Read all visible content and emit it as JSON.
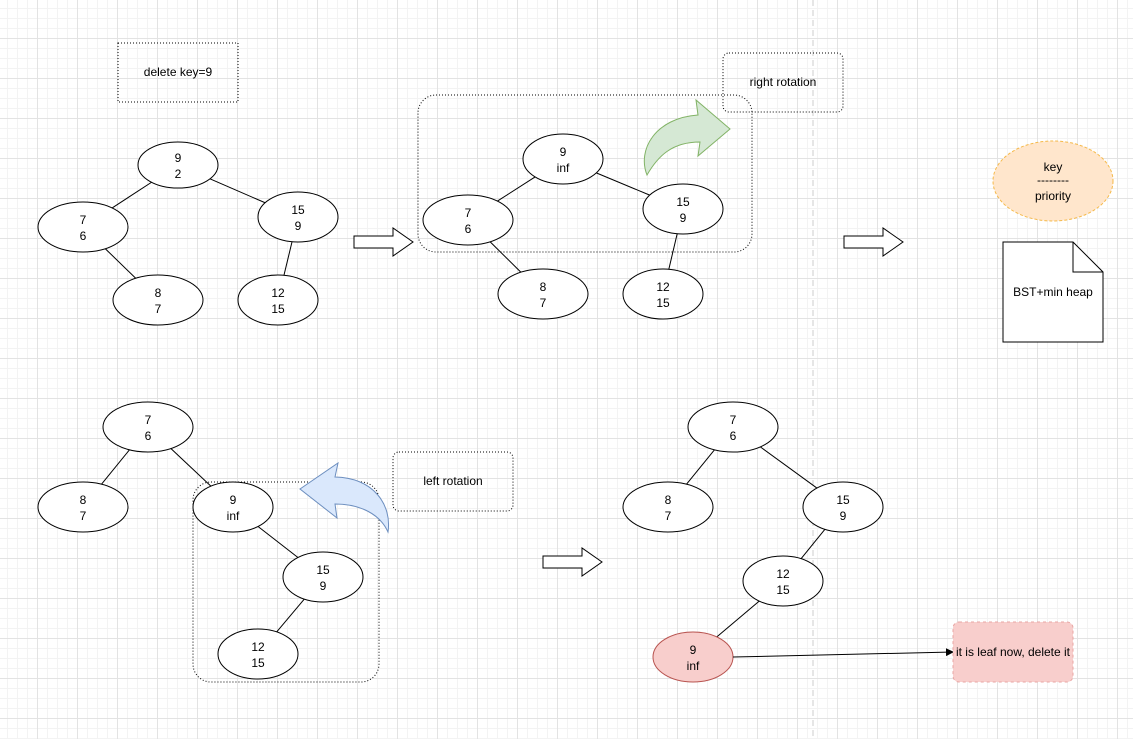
{
  "title_note": "delete key=9",
  "right_rotation_label": "right rotation",
  "left_rotation_label": "left rotation",
  "legend": {
    "key": "key",
    "separator": "--------",
    "priority": "priority"
  },
  "doc_note": "BST+min heap",
  "delete_note": "it is leaf now, delete it",
  "colors": {
    "leaf_fill": "#f8cecc",
    "leaf_stroke": "#b85450",
    "legend_fill": "#ffe6cc",
    "legend_stroke": "#f5b94a",
    "right_arrow_fill": "#d5e8d4",
    "right_arrow_stroke": "#82b366",
    "left_arrow_fill": "#dae8fc",
    "left_arrow_stroke": "#6c8ebf"
  },
  "trees": [
    {
      "stage": 1,
      "nodes": [
        {
          "id": "9",
          "key": "9",
          "priority": "2"
        },
        {
          "id": "7",
          "key": "7",
          "priority": "6"
        },
        {
          "id": "15",
          "key": "15",
          "priority": "9"
        },
        {
          "id": "8",
          "key": "8",
          "priority": "7"
        },
        {
          "id": "12",
          "key": "12",
          "priority": "15"
        }
      ],
      "edges": [
        [
          "9",
          "7"
        ],
        [
          "9",
          "15"
        ],
        [
          "7",
          "8"
        ],
        [
          "15",
          "12"
        ]
      ]
    },
    {
      "stage": 2,
      "nodes": [
        {
          "id": "9",
          "key": "9",
          "priority": "inf"
        },
        {
          "id": "7",
          "key": "7",
          "priority": "6"
        },
        {
          "id": "15",
          "key": "15",
          "priority": "9"
        },
        {
          "id": "8",
          "key": "8",
          "priority": "7"
        },
        {
          "id": "12",
          "key": "12",
          "priority": "15"
        }
      ],
      "edges": [
        [
          "9",
          "7"
        ],
        [
          "9",
          "15"
        ],
        [
          "7",
          "8"
        ],
        [
          "15",
          "12"
        ]
      ]
    },
    {
      "stage": 3,
      "nodes": [
        {
          "id": "7",
          "key": "7",
          "priority": "6"
        },
        {
          "id": "8",
          "key": "8",
          "priority": "7"
        },
        {
          "id": "9",
          "key": "9",
          "priority": "inf"
        },
        {
          "id": "15",
          "key": "15",
          "priority": "9"
        },
        {
          "id": "12",
          "key": "12",
          "priority": "15"
        }
      ],
      "edges": [
        [
          "7",
          "8"
        ],
        [
          "7",
          "9"
        ],
        [
          "9",
          "15"
        ],
        [
          "15",
          "12"
        ]
      ]
    },
    {
      "stage": 4,
      "nodes": [
        {
          "id": "7",
          "key": "7",
          "priority": "6"
        },
        {
          "id": "8",
          "key": "8",
          "priority": "7"
        },
        {
          "id": "15",
          "key": "15",
          "priority": "9"
        },
        {
          "id": "12",
          "key": "12",
          "priority": "15"
        },
        {
          "id": "9",
          "key": "9",
          "priority": "inf",
          "leaf_to_delete": true
        }
      ],
      "edges": [
        [
          "7",
          "8"
        ],
        [
          "7",
          "15"
        ],
        [
          "15",
          "12"
        ],
        [
          "12",
          "9"
        ]
      ]
    }
  ]
}
